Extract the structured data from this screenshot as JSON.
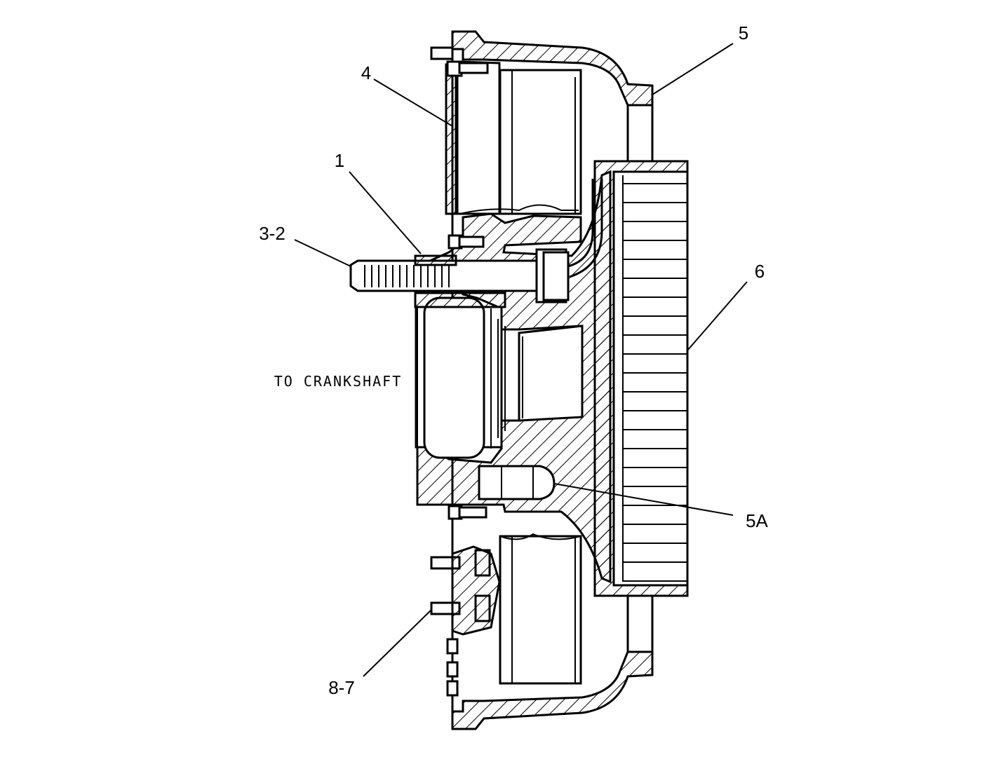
{
  "callouts": {
    "c1": "1",
    "c3_2": "3-2",
    "c4": "4",
    "c5": "5",
    "c5a": "5A",
    "c6": "6",
    "c8_7": "8-7"
  },
  "note": "TO CRANKSHAFT"
}
